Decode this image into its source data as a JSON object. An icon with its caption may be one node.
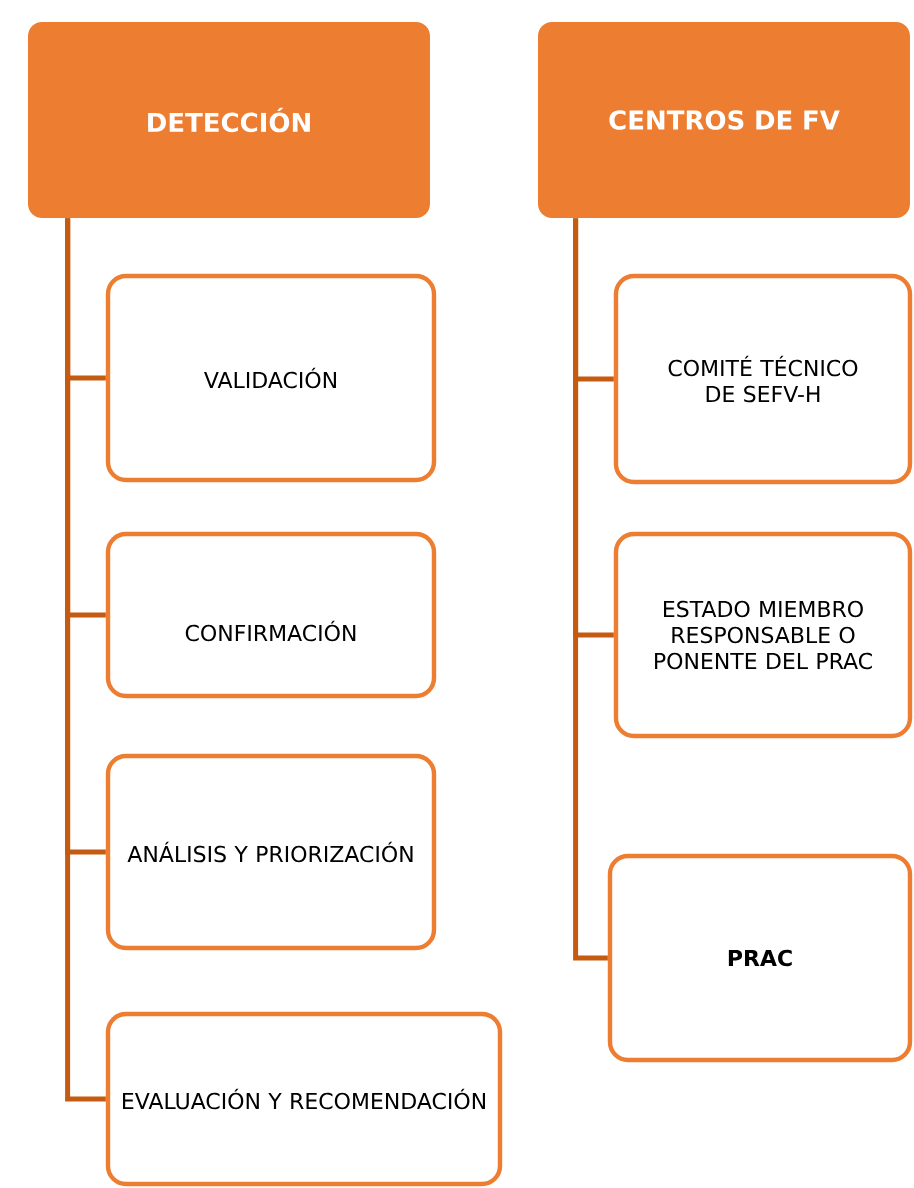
{
  "diagram": {
    "nodes": [
      {
        "text": [
          "DETECCIÓN"
        ]
      },
      {
        "text": [
          "VALIDACIÓN"
        ]
      },
      {
        "text": [
          "CONFIRMACIÓN"
        ]
      },
      {
        "text": [
          "ANÁLISIS Y PRIORIZACIÓN"
        ]
      },
      {
        "text": [
          "EVALUACIÓN Y RECOMENDACIÓN"
        ]
      },
      {
        "text": [
          "CENTROS DE FV"
        ]
      },
      {
        "text": [
          "COMITÉ TÉCNICO DE SEFV-H"
        ]
      },
      {
        "text": [
          "ESTADO MIEMBRO RESPONSABLE O PONENTE DEL PRAC"
        ]
      },
      {
        "text": [
          "PRAC"
        ]
      }
    ],
    "edges": [
      {
        "from": 0,
        "to": 1,
        "arrow": "none"
      },
      {
        "from": 0,
        "to": 2,
        "arrow": "none"
      },
      {
        "from": 0,
        "to": 3,
        "arrow": "none"
      },
      {
        "from": 0,
        "to": 4,
        "arrow": "none"
      },
      {
        "from": 5,
        "to": 6,
        "arrow": "none"
      },
      {
        "from": 5,
        "to": 7,
        "arrow": "none"
      },
      {
        "from": 5,
        "to": 8,
        "arrow": "none"
      }
    ]
  }
}
